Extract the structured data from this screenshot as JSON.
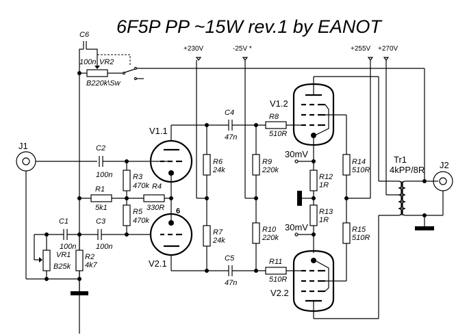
{
  "title": "6F5P PP ~15W rev.1 by EANOT",
  "supplies": {
    "b230": "+230V",
    "bias": "-25V *",
    "b255": "+255V",
    "b270": "+270V"
  },
  "connectors": {
    "j1": "J1",
    "j2": "J2"
  },
  "tubes": {
    "v11": "V1.1",
    "v12": "V1.2",
    "v21": "V2.1",
    "v22": "V2.2",
    "pin6": "6"
  },
  "transformer": {
    "name": "Tr1",
    "value": "4kPP/8R"
  },
  "components": {
    "C1": {
      "name": "C1",
      "value": "100n"
    },
    "C2": {
      "name": "C2",
      "value": "100n"
    },
    "C3": {
      "name": "C3",
      "value": "100n"
    },
    "C4": {
      "name": "C4",
      "value": "47n"
    },
    "C5": {
      "name": "C5",
      "value": "47n"
    },
    "C6": {
      "name": "C6",
      "value": "100n"
    },
    "R1": {
      "name": "R1",
      "value": "5k1"
    },
    "R2": {
      "name": "R2",
      "value": "4k7"
    },
    "R3": {
      "name": "R3",
      "value": "470k"
    },
    "R4": {
      "name": "R4",
      "value": "330R"
    },
    "R5": {
      "name": "R5",
      "value": "470k"
    },
    "R6": {
      "name": "R6",
      "value": "24k"
    },
    "R7": {
      "name": "R7",
      "value": "24k"
    },
    "R8": {
      "name": "R8",
      "value": "510R"
    },
    "R9": {
      "name": "R9",
      "value": "220k"
    },
    "R10": {
      "name": "R10",
      "value": "220k"
    },
    "R11": {
      "name": "R11",
      "value": "510R"
    },
    "R12": {
      "name": "R12",
      "value": "1R"
    },
    "R13": {
      "name": "R13",
      "value": "1R"
    },
    "R14": {
      "name": "R14",
      "value": "510R"
    },
    "R15": {
      "name": "R15",
      "value": "510R"
    },
    "VR1": {
      "name": "VR1",
      "value": "B25k"
    },
    "VR2": {
      "name": "VR2",
      "value": "B220k\\Sw"
    }
  },
  "testpoints": {
    "tp1": "30mV",
    "tp2": "30mV"
  }
}
